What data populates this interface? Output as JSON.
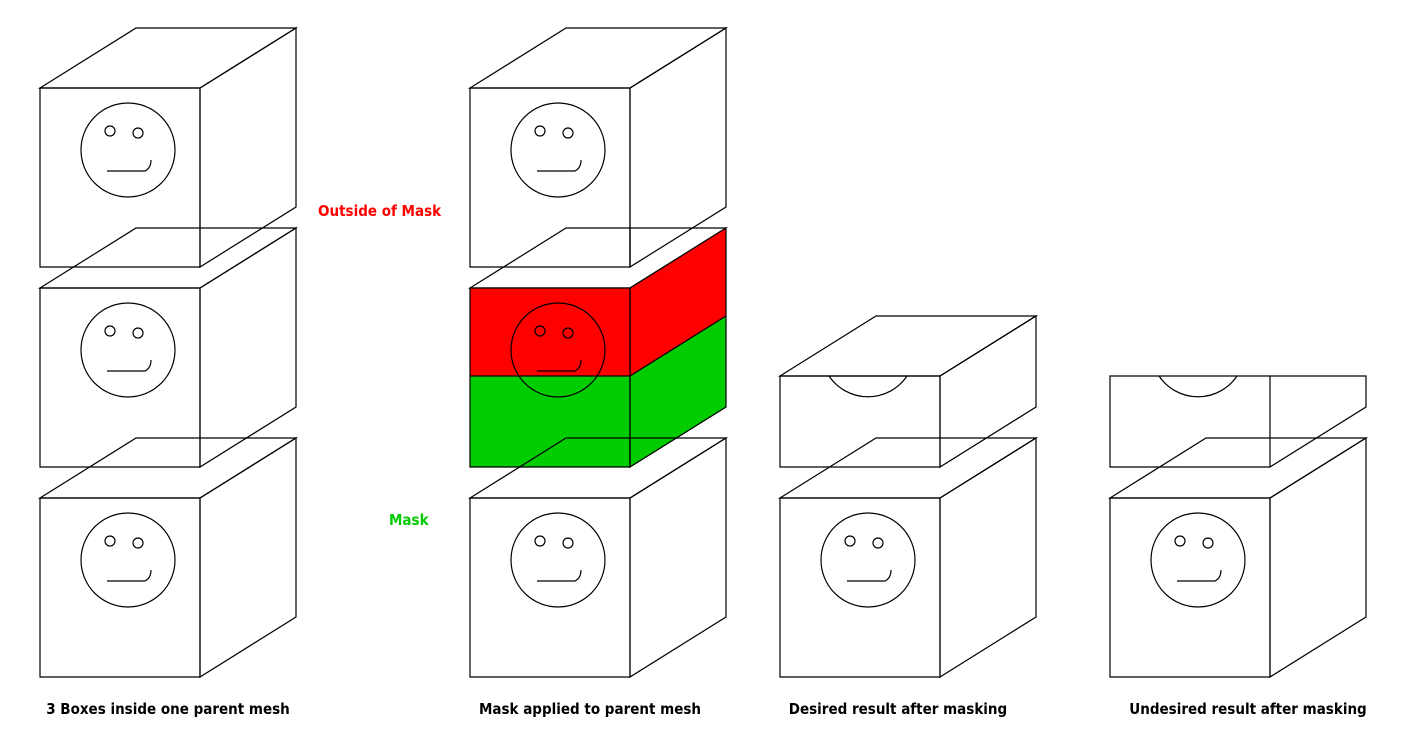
{
  "captions": {
    "panel1": "3 Boxes inside one parent mesh",
    "panel2": "Mask applied to parent mesh",
    "panel3": "Desired result after masking",
    "panel4": "Undesired result after masking"
  },
  "labels": {
    "outside": "Outside of Mask",
    "mask": "Mask"
  },
  "colors": {
    "outside": "#ff0000",
    "mask": "#00cc00",
    "line": "#000000",
    "background": "#ffffff"
  }
}
